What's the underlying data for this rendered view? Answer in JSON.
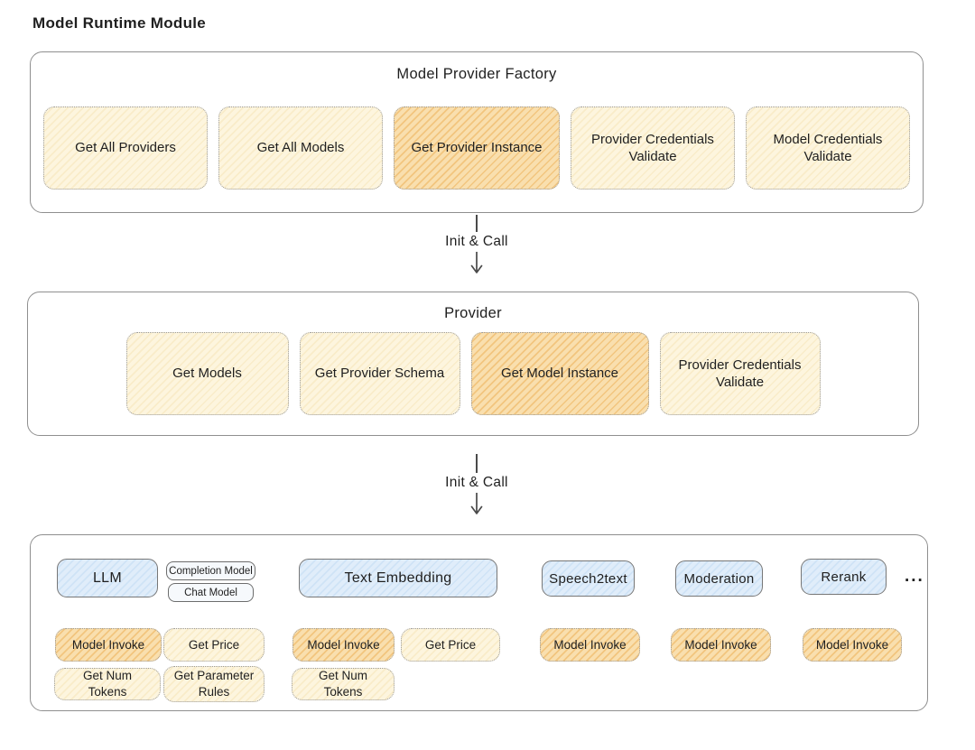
{
  "page": {
    "title": "Model Runtime Module"
  },
  "colors": {
    "highlight_orange": "#f5cd8f",
    "cream": "#fdf4dc",
    "blue": "#dcebfa",
    "panel_border": "#8f8f8f"
  },
  "factory": {
    "title": "Model Provider Factory",
    "buttons": [
      {
        "label": "Get All Providers",
        "highlighted": false
      },
      {
        "label": "Get All Models",
        "highlighted": false
      },
      {
        "label": "Get Provider Instance",
        "highlighted": true
      },
      {
        "label": "Provider Credentials Validate",
        "highlighted": false
      },
      {
        "label": "Model Credentials Validate",
        "highlighted": false
      }
    ]
  },
  "arrows": {
    "first_label": "Init & Call",
    "second_label": "Init & Call"
  },
  "provider": {
    "title": "Provider",
    "buttons": [
      {
        "label": "Get Models",
        "highlighted": false
      },
      {
        "label": "Get Provider Schema",
        "highlighted": false
      },
      {
        "label": "Get Model Instance",
        "highlighted": true
      },
      {
        "label": "Provider Credentials Validate",
        "highlighted": false
      }
    ]
  },
  "models": {
    "ellipsis": "...",
    "llm": {
      "name": "LLM",
      "tags": [
        "Completion Model",
        "Chat Model"
      ],
      "methods": {
        "invoke": "Model Invoke",
        "price": "Get Price",
        "tokens": "Get Num Tokens",
        "rules": "Get Parameter Rules"
      }
    },
    "text_embedding": {
      "name": "Text Embedding",
      "methods": {
        "invoke": "Model Invoke",
        "price": "Get Price",
        "tokens": "Get Num Tokens"
      }
    },
    "speech2text": {
      "name": "Speech2text",
      "methods": {
        "invoke": "Model Invoke"
      }
    },
    "moderation": {
      "name": "Moderation",
      "methods": {
        "invoke": "Model Invoke"
      }
    },
    "rerank": {
      "name": "Rerank",
      "methods": {
        "invoke": "Model Invoke"
      }
    }
  }
}
